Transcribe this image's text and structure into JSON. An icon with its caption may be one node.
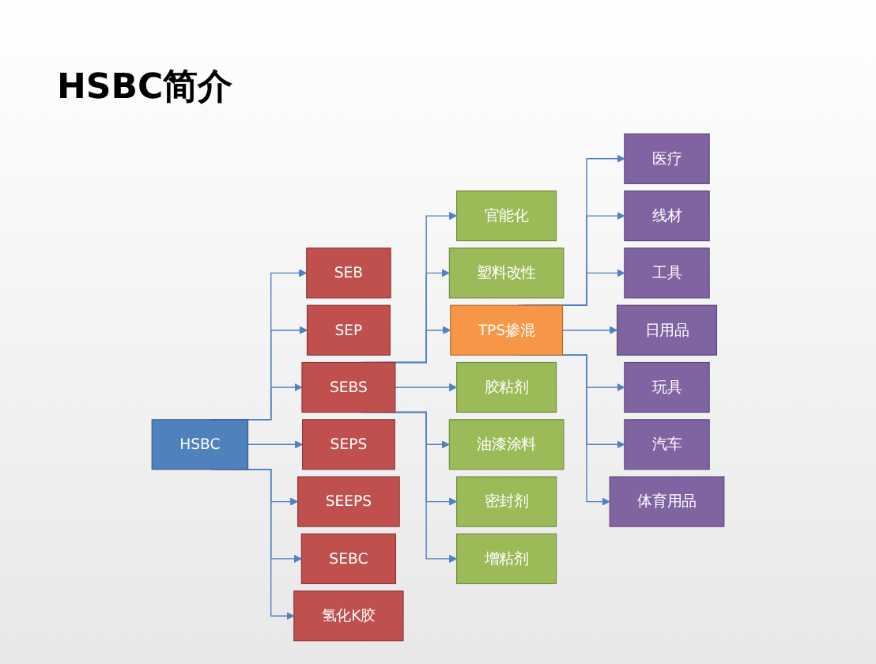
{
  "diagram": {
    "title": "HSBC简介",
    "nodes": [
      {
        "text": [
          "HSBC"
        ]
      },
      {
        "text": [
          "SEB"
        ]
      },
      {
        "text": [
          "SEP"
        ]
      },
      {
        "text": [
          "SEBS"
        ]
      },
      {
        "text": [
          "SEPS"
        ]
      },
      {
        "text": [
          "SEEPS"
        ]
      },
      {
        "text": [
          "SEBC"
        ]
      },
      {
        "text": [
          "氢化K胶"
        ]
      },
      {
        "text": [
          "官能化"
        ]
      },
      {
        "text": [
          "塑料改性"
        ]
      },
      {
        "text": [
          "TPS掺混"
        ]
      },
      {
        "text": [
          "胶粘剂"
        ]
      },
      {
        "text": [
          "油漆涂料"
        ]
      },
      {
        "text": [
          "密封剂"
        ]
      },
      {
        "text": [
          "增粘剂"
        ]
      },
      {
        "text": [
          "医疗"
        ]
      },
      {
        "text": [
          "线材"
        ]
      },
      {
        "text": [
          "工具"
        ]
      },
      {
        "text": [
          "日用品"
        ]
      },
      {
        "text": [
          "玩具"
        ]
      },
      {
        "text": [
          "汽车"
        ]
      },
      {
        "text": [
          "体育用品"
        ]
      }
    ],
    "edges": [
      {
        "from": 0,
        "to": 1,
        "arrow": "to"
      },
      {
        "from": 0,
        "to": 2,
        "arrow": "to"
      },
      {
        "from": 0,
        "to": 3,
        "arrow": "to"
      },
      {
        "from": 0,
        "to": 4,
        "arrow": "to"
      },
      {
        "from": 0,
        "to": 5,
        "arrow": "to"
      },
      {
        "from": 0,
        "to": 6,
        "arrow": "to"
      },
      {
        "from": 0,
        "to": 7,
        "arrow": "to"
      },
      {
        "from": 3,
        "to": 8,
        "arrow": "to"
      },
      {
        "from": 3,
        "to": 9,
        "arrow": "to"
      },
      {
        "from": 3,
        "to": 10,
        "arrow": "to"
      },
      {
        "from": 3,
        "to": 11,
        "arrow": "to"
      },
      {
        "from": 3,
        "to": 12,
        "arrow": "to"
      },
      {
        "from": 3,
        "to": 13,
        "arrow": "to"
      },
      {
        "from": 3,
        "to": 14,
        "arrow": "to"
      },
      {
        "from": 10,
        "to": 15,
        "arrow": "to"
      },
      {
        "from": 10,
        "to": 16,
        "arrow": "to"
      },
      {
        "from": 10,
        "to": 17,
        "arrow": "to"
      },
      {
        "from": 10,
        "to": 18,
        "arrow": "to"
      },
      {
        "from": 10,
        "to": 19,
        "arrow": "to"
      },
      {
        "from": 10,
        "to": 20,
        "arrow": "to"
      },
      {
        "from": 10,
        "to": 21,
        "arrow": "to"
      }
    ]
  }
}
